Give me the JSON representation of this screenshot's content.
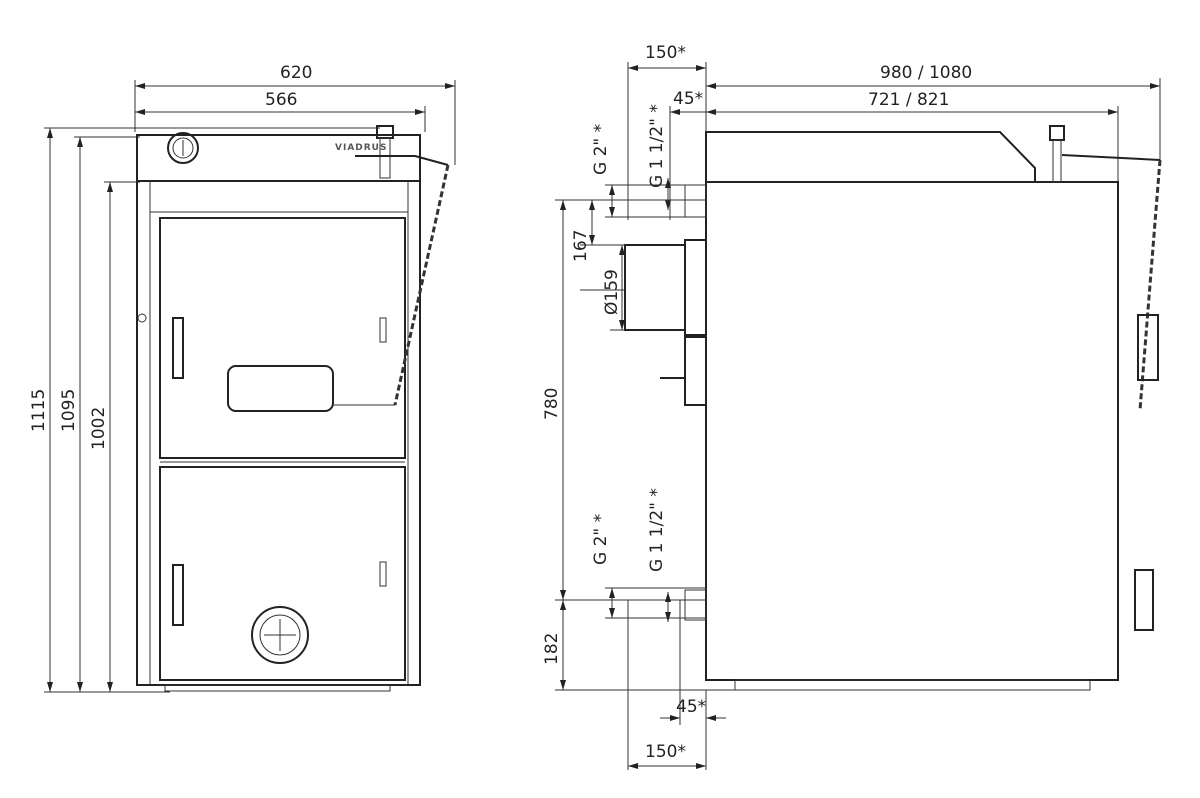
{
  "title": "Boiler dimension drawing",
  "front_view": {
    "brand_logo": "VIADRUS",
    "dims": {
      "overall_width": "620",
      "body_width": "566",
      "overall_height": "1115",
      "height_2": "1095",
      "height_3": "1002"
    }
  },
  "side_view": {
    "dims": {
      "top_offset": "150*",
      "overall_depth": "980 / 1080",
      "top_small_offset": "45*",
      "body_depth": "721 / 821",
      "outlet_upper": "G 2\" *",
      "outlet_upper_small": "G 1 1/2\" *",
      "flue_offset": "167",
      "flue_diameter": "Ø159",
      "height_780": "780",
      "inlet_lower": "G 2\" *",
      "inlet_lower_small": "G 1 1/2\" *",
      "inlet_height": "182",
      "bottom_small_offset": "45*",
      "bottom_offset": "150*"
    }
  }
}
